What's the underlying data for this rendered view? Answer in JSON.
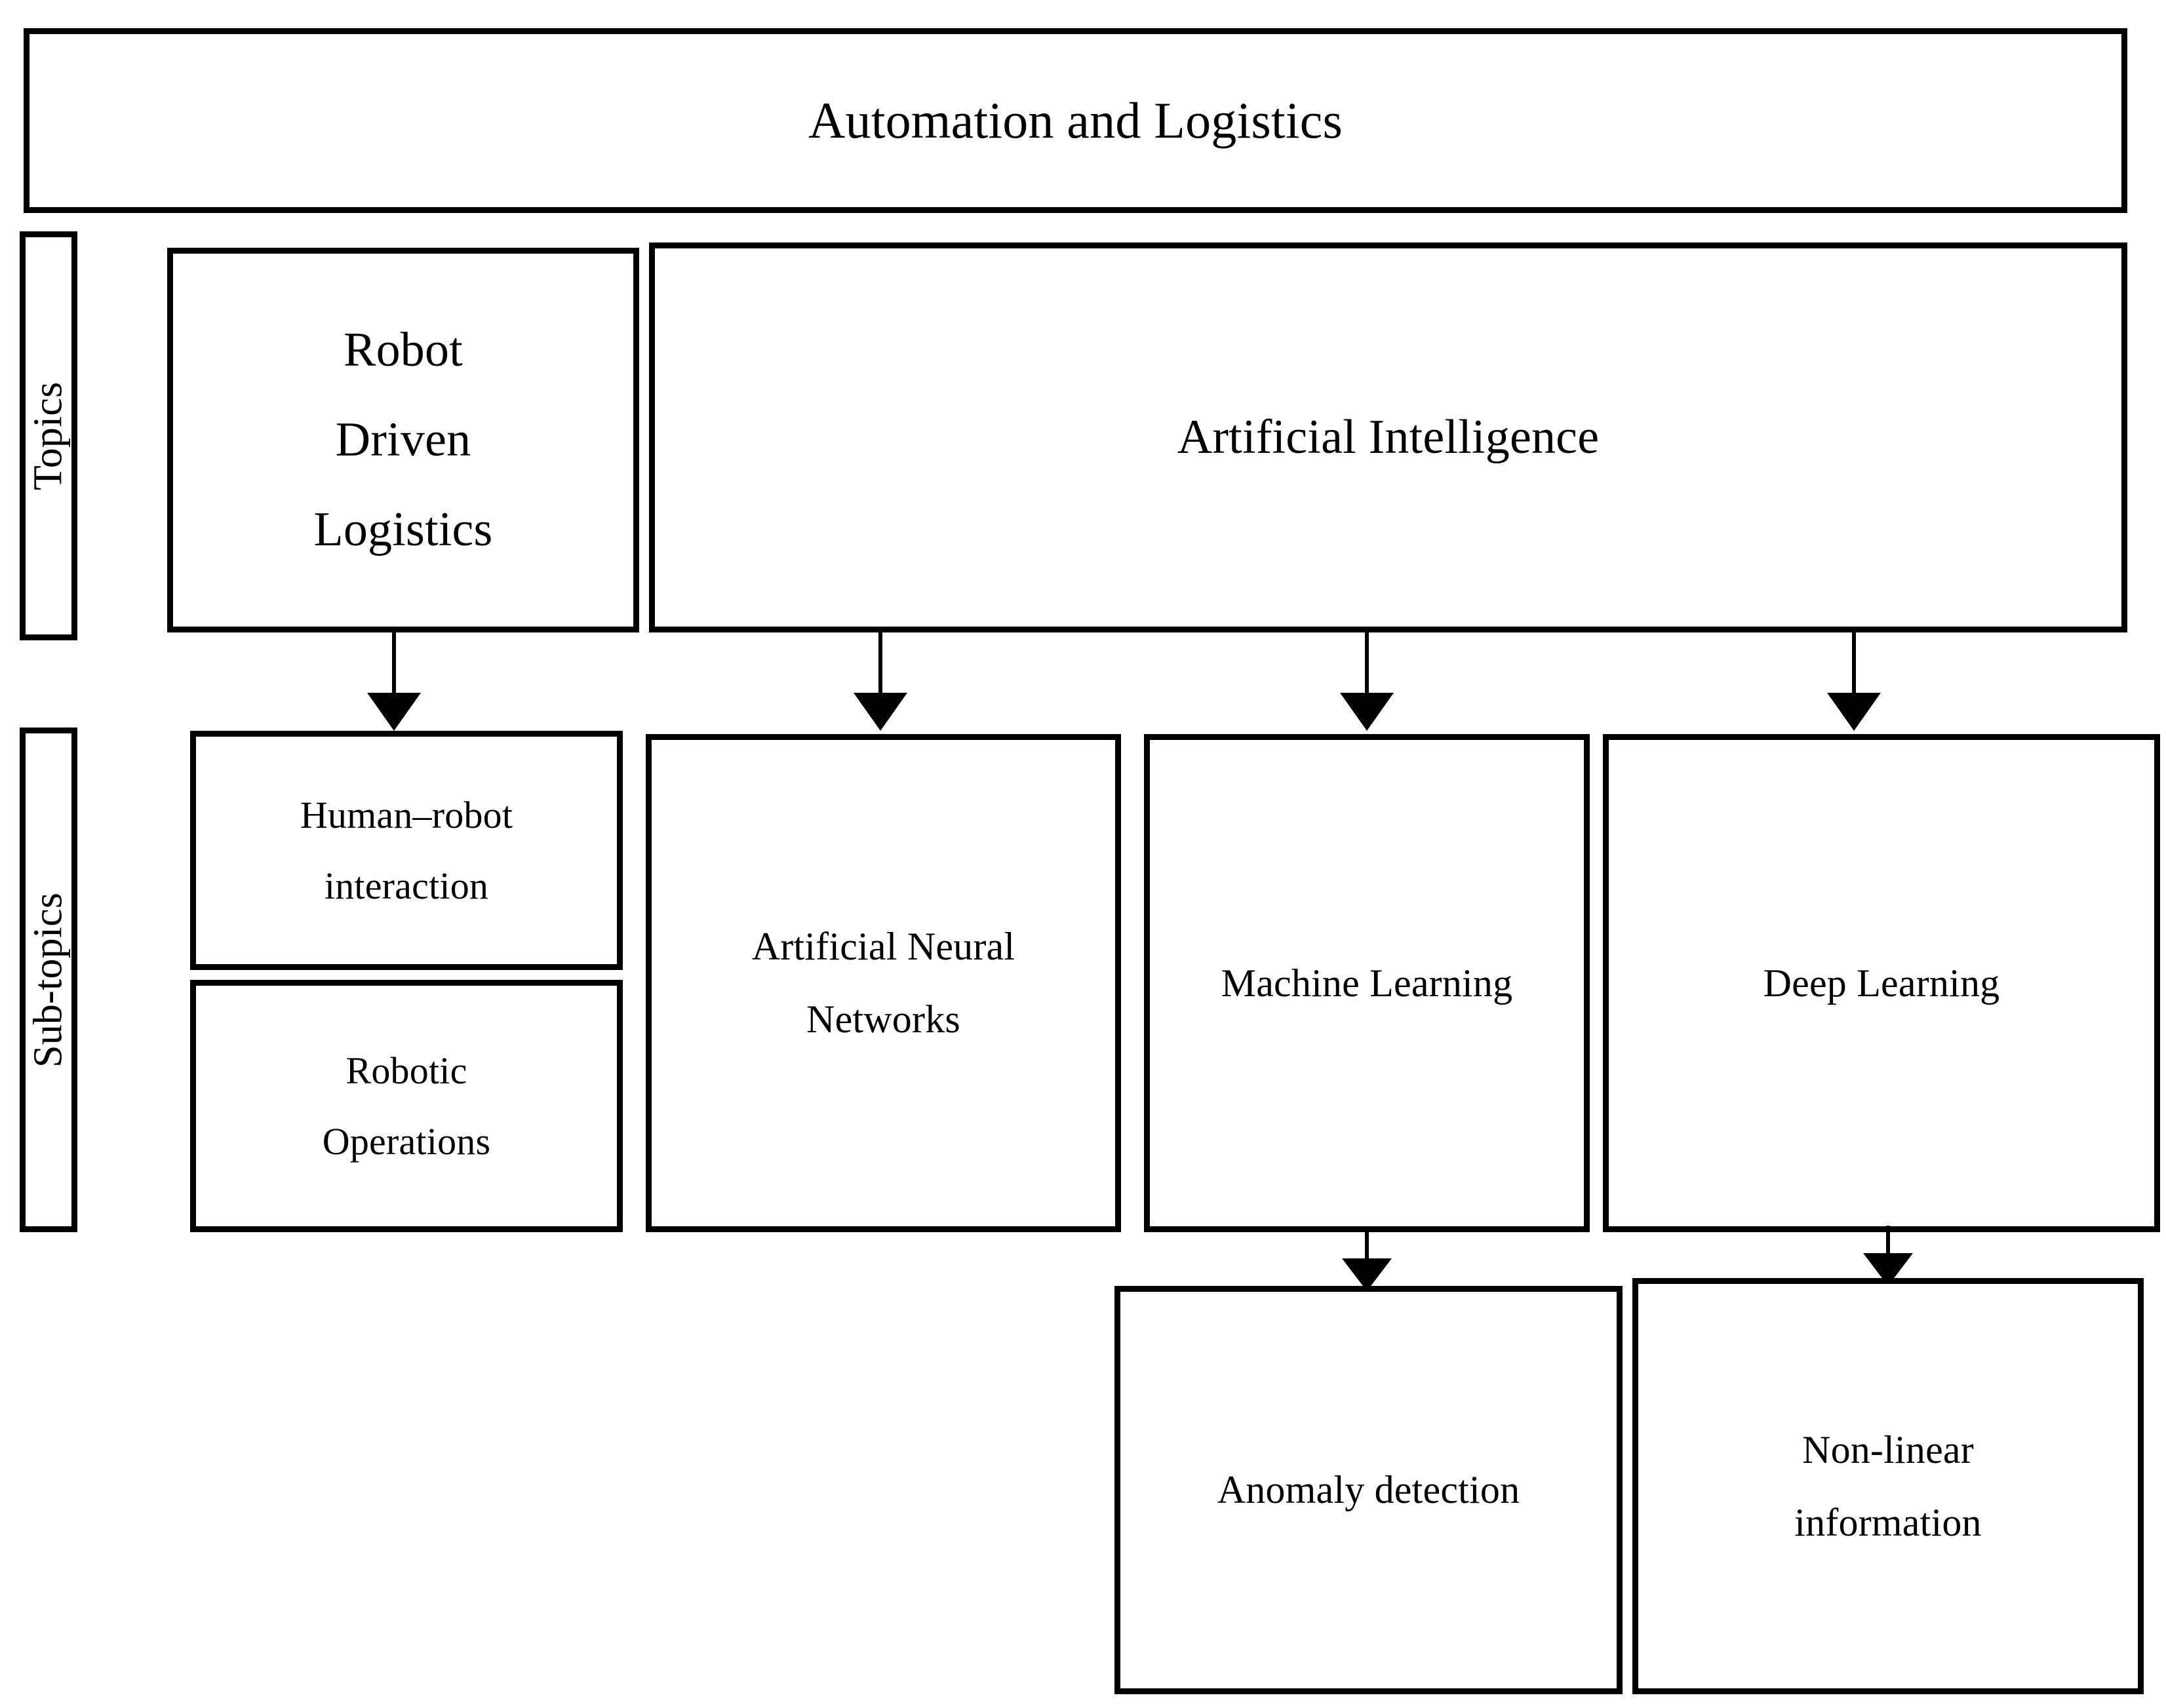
{
  "diagram": {
    "title": "Automation and Logistics",
    "root": {
      "label": "Automation and Logistics"
    },
    "row_labels": {
      "topics": "Topics",
      "subtopics": "Sub-topics"
    },
    "topics": [
      {
        "label": "Robot Driven Logistics"
      },
      {
        "label": "Artificial Intelligence"
      }
    ],
    "subtopics": [
      {
        "label": "Human–robot interaction"
      },
      {
        "label": "Robotic Operations"
      },
      {
        "label": "Artificial Neural Networks"
      },
      {
        "label": "Machine Learning"
      },
      {
        "label": "Deep Learning"
      }
    ],
    "leaves": [
      {
        "label": "Anomaly detection"
      },
      {
        "label": "Non-linear information"
      }
    ],
    "colors": {
      "stroke": "#000000",
      "fill": "#ffffff",
      "text": "#000000"
    }
  }
}
